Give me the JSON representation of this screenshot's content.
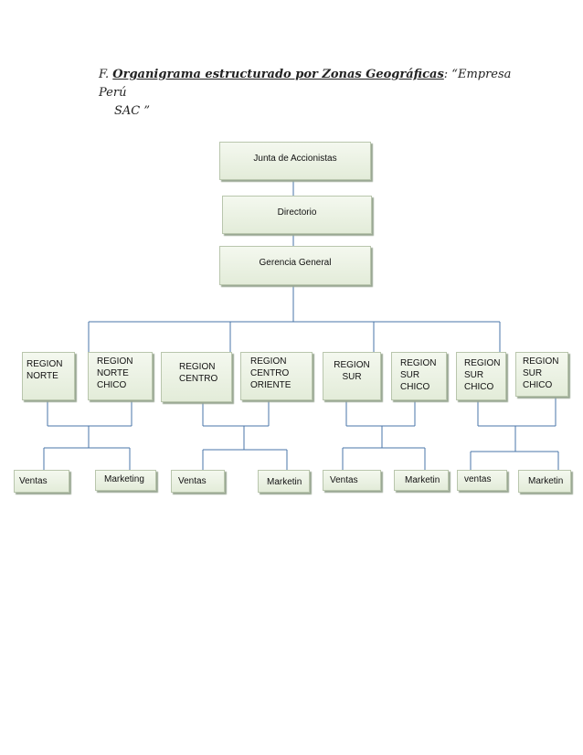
{
  "heading": {
    "letter": "F.",
    "title": "Organigrama  estructurado por Zonas Geográficas",
    "suffix": ": “Empresa  Perú",
    "line2": "SAC ”"
  },
  "top": {
    "junta": "Junta de Accionistas",
    "directorio": "Directorio",
    "gerencia": "Gerencia General"
  },
  "regions": [
    {
      "lines": [
        "REGION",
        "NORTE"
      ]
    },
    {
      "lines": [
        "REGION",
        "NORTE",
        "CHICO"
      ]
    },
    {
      "lines": [
        "REGION",
        "CENTRO"
      ]
    },
    {
      "lines": [
        "REGION",
        "CENTRO",
        "ORIENTE"
      ]
    },
    {
      "lines": [
        "REGION",
        "SUR"
      ]
    },
    {
      "lines": [
        "REGION",
        "SUR",
        "CHICO"
      ]
    },
    {
      "lines": [
        "REGION",
        "SUR",
        "CHICO"
      ]
    },
    {
      "lines": [
        "REGION",
        "SUR",
        "CHICO"
      ]
    }
  ],
  "departments": [
    "Ventas",
    "Marketing",
    "Ventas",
    "Marketin",
    "Ventas",
    "Marketin",
    "ventas",
    "Marketin"
  ]
}
